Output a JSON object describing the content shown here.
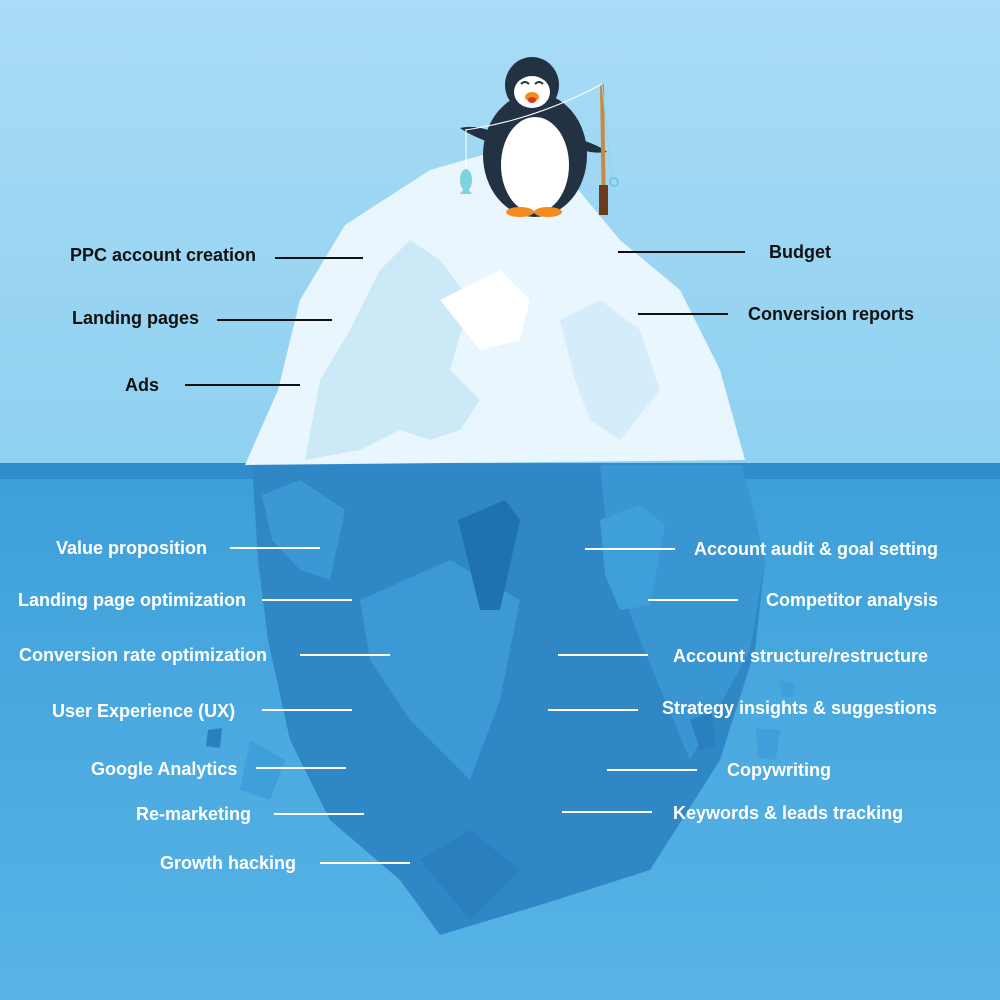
{
  "colors": {
    "sky_top": "#a9dcf6",
    "sky_bottom": "#8fd0f0",
    "water": "#4aa9dd",
    "water_surface": "#2f8ccd",
    "ice": "#e9f6fd",
    "ice_shadow": "#cce9f8",
    "ice_under": "#2f87c6",
    "ice_under_light": "#3c99d6",
    "label_above": "#111111",
    "label_below": "#ffffff"
  },
  "above_water": [
    {
      "id": "ppc-account-creation",
      "label": "PPC account creation"
    },
    {
      "id": "landing-pages",
      "label": "Landing pages"
    },
    {
      "id": "ads",
      "label": "Ads"
    },
    {
      "id": "budget",
      "label": "Budget"
    },
    {
      "id": "conversion-reports",
      "label": "Conversion reports"
    }
  ],
  "below_water_left": [
    {
      "id": "value-proposition",
      "label": "Value proposition"
    },
    {
      "id": "landing-page-optimization",
      "label": "Landing page optimization"
    },
    {
      "id": "conversion-rate-optimization",
      "label": "Conversion rate optimization"
    },
    {
      "id": "user-experience",
      "label": "User Experience (UX)"
    },
    {
      "id": "google-analytics",
      "label": "Google Analytics"
    },
    {
      "id": "re-marketing",
      "label": "Re-marketing"
    },
    {
      "id": "growth-hacking",
      "label": "Growth hacking"
    }
  ],
  "below_water_right": [
    {
      "id": "account-audit",
      "label": "Account audit & goal setting"
    },
    {
      "id": "competitor-analysis",
      "label": "Competitor analysis"
    },
    {
      "id": "account-structure",
      "label": "Account structure/restructure"
    },
    {
      "id": "strategy-insights",
      "label": "Strategy insights & suggestions"
    },
    {
      "id": "copywriting",
      "label": "Copywriting"
    },
    {
      "id": "keywords-leads-tracking",
      "label": "Keywords & leads tracking"
    }
  ],
  "illustration": {
    "mascot": "penguin-fishing",
    "icons": [
      "penguin-icon",
      "fishing-rod-icon",
      "fish-icon",
      "iceberg-icon"
    ]
  }
}
